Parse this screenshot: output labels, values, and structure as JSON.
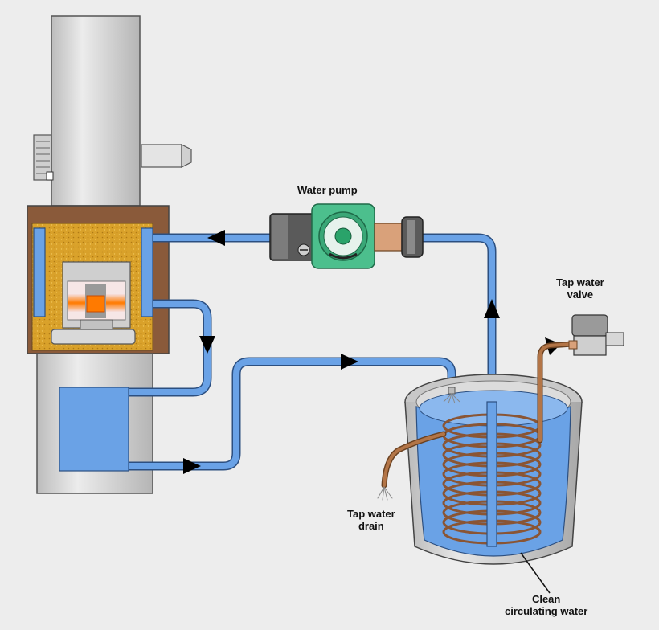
{
  "labels": {
    "water_pump": "Water pump",
    "tap_water_valve": [
      "Tap water",
      "valve"
    ],
    "tap_water_drain": [
      "Tap water",
      "drain"
    ],
    "clean_water": [
      "Clean",
      "circulating water"
    ]
  },
  "colors": {
    "background": "#ededed",
    "water": "#6aa2e6",
    "pipe_outline": "#2c4f80",
    "copper": "#b37547",
    "insulation": "#d9a12a",
    "housing": "#8a5a3a",
    "pump_body": "#4cbf8d",
    "metal": "#d4d4d4",
    "heat": "#ff8a00"
  }
}
